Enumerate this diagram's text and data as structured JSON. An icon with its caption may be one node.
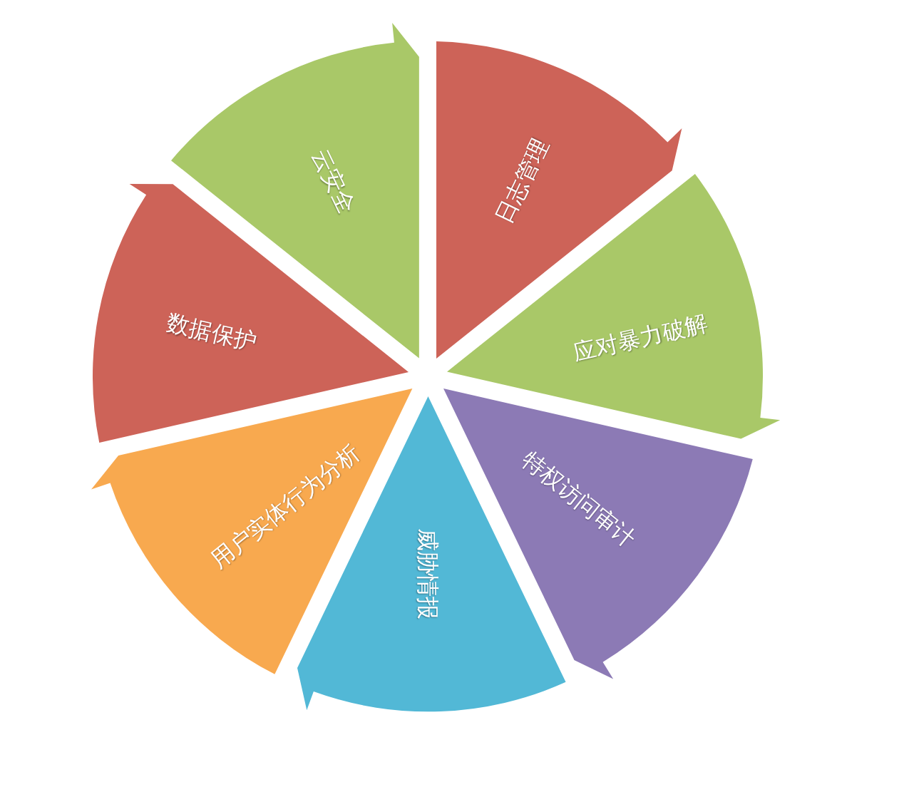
{
  "diagram": {
    "nodes": [
      {
        "text": [
          "日志管理"
        ]
      },
      {
        "text": [
          "应对暴力破解"
        ]
      },
      {
        "text": [
          "特权访问审计"
        ]
      },
      {
        "text": [
          "威胁情报"
        ]
      },
      {
        "text": [
          "用户实体行为分析"
        ]
      },
      {
        "text": [
          "数据保护"
        ]
      },
      {
        "text": [
          "云安全"
        ]
      }
    ]
  }
}
